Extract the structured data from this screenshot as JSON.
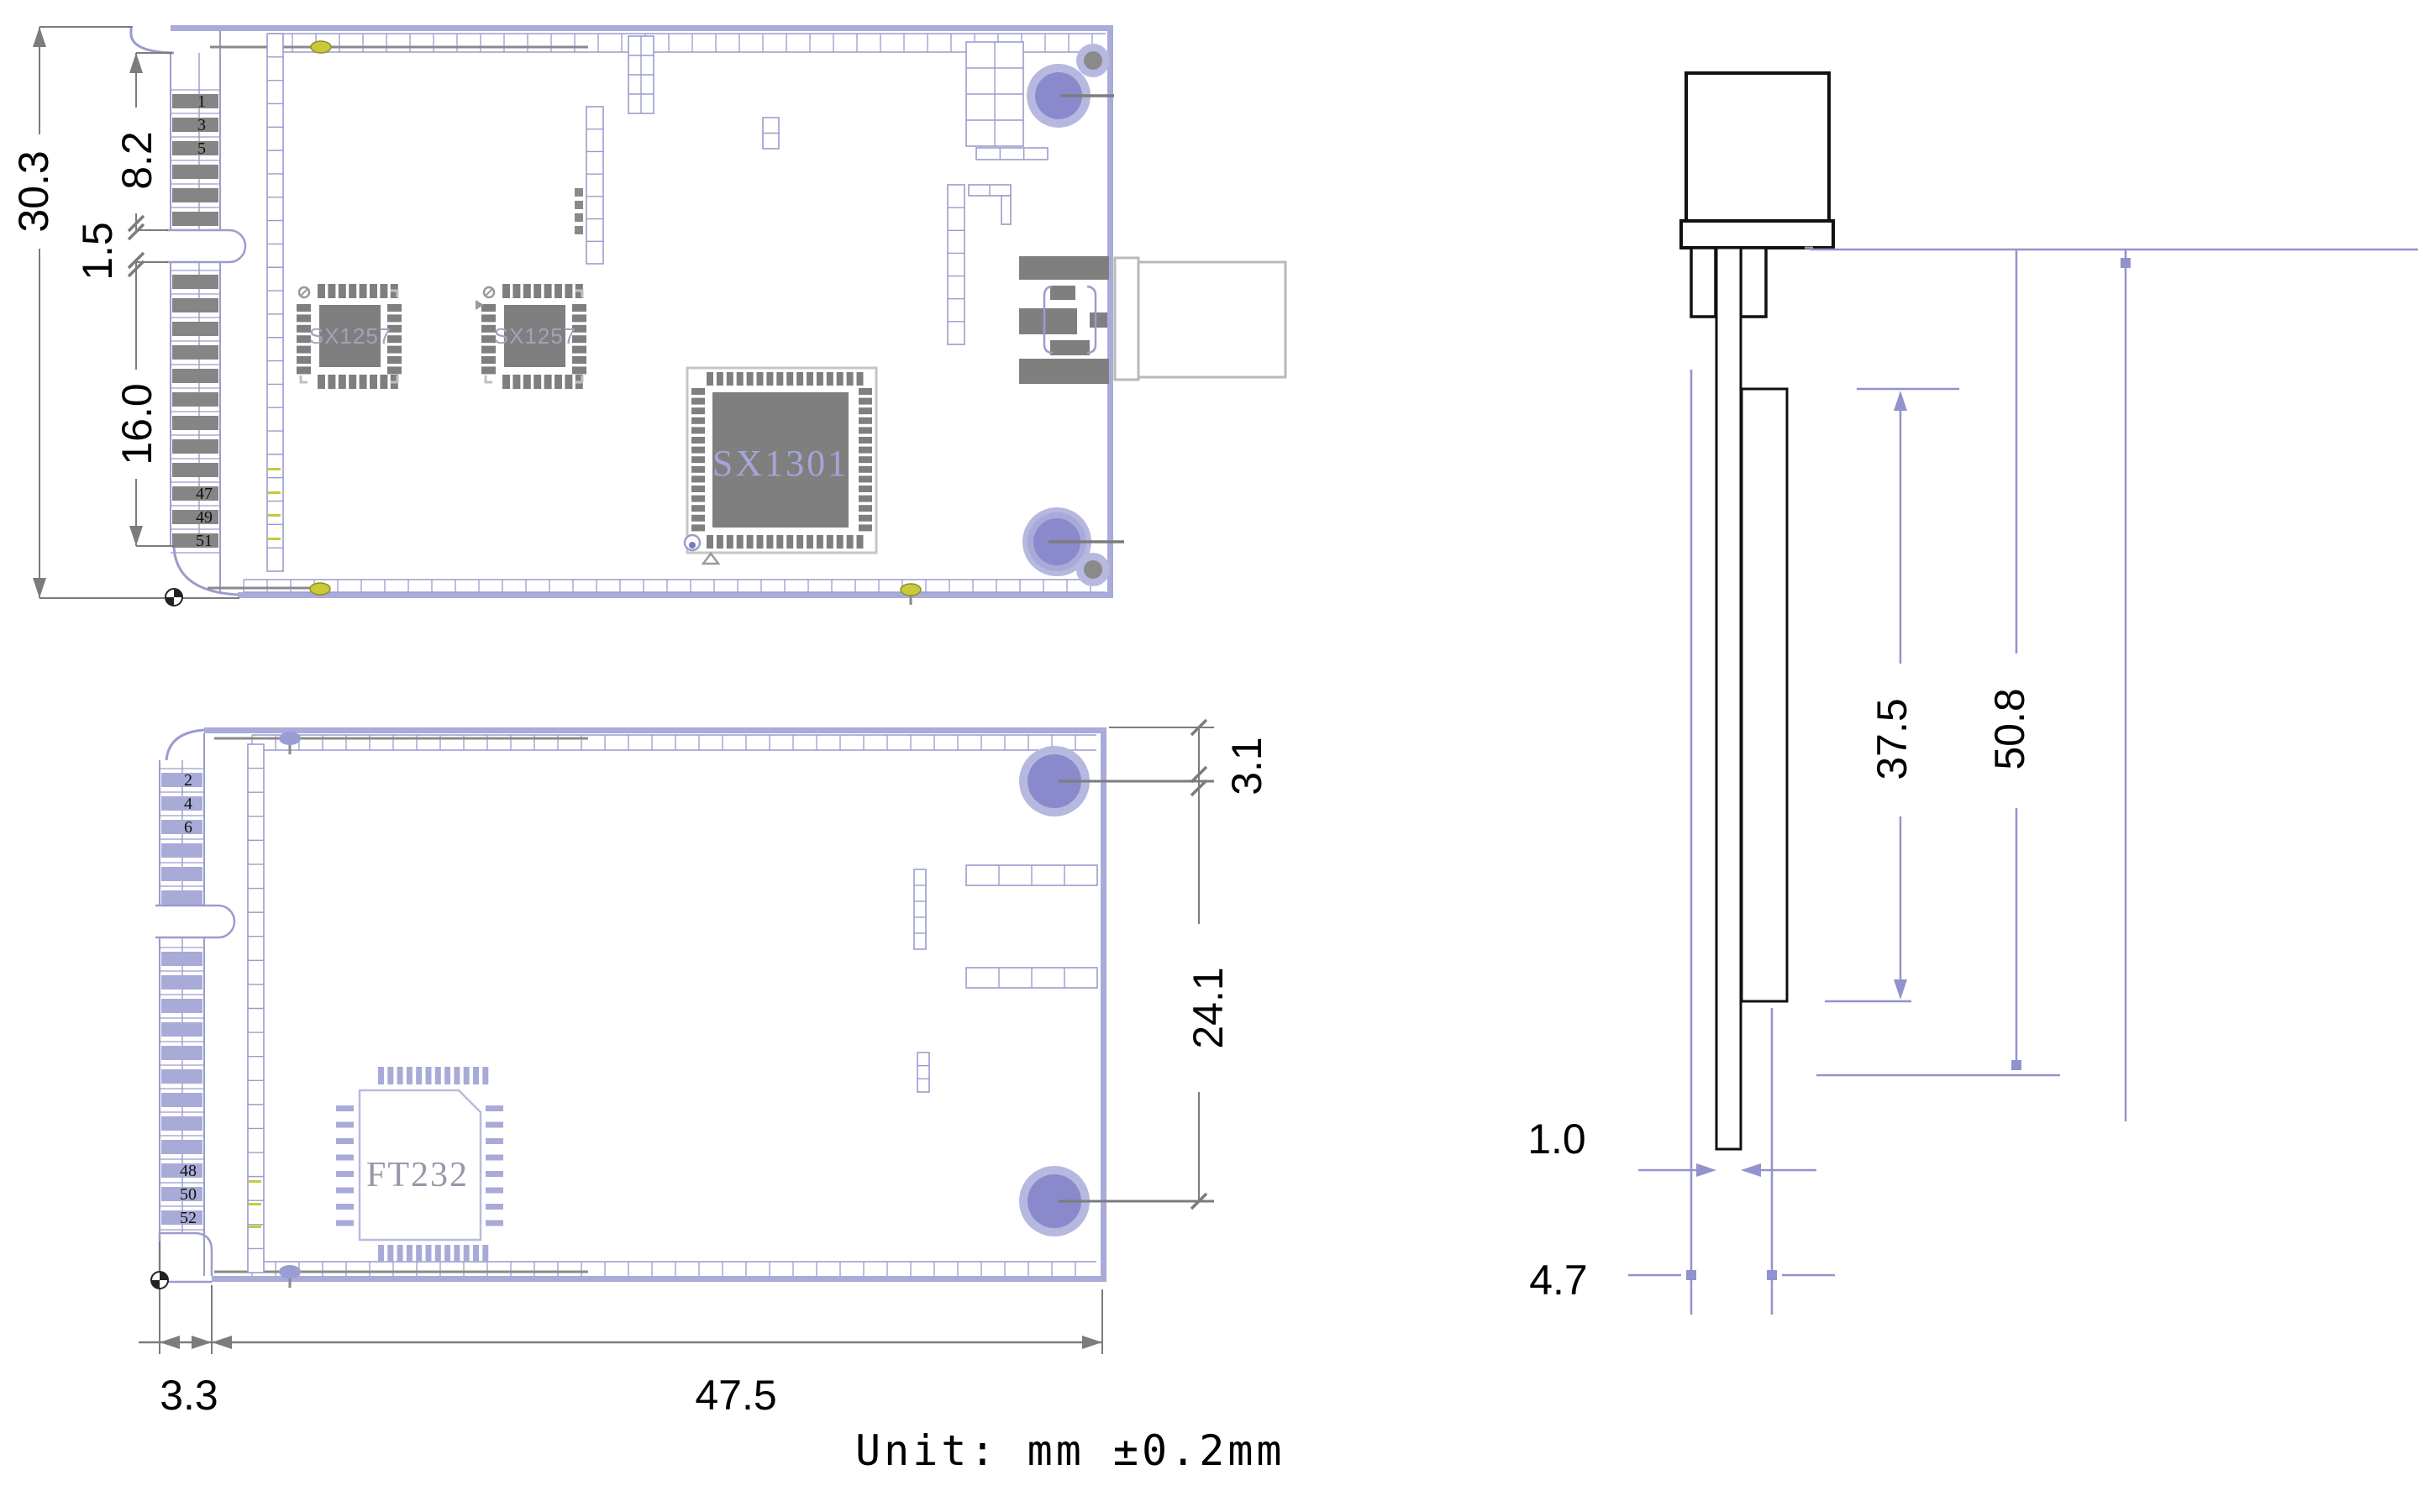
{
  "drawing": {
    "unit_note": "Unit: mm  ±0.2mm",
    "colors": {
      "board_outline": "#a9abd8",
      "detail_line": "#9a9cce",
      "pad_gray": "#858585",
      "pad_lavender": "#a8aad8",
      "hole_inner": "#8a89cc",
      "hole_ring": "#b7b8e0",
      "dim_gray": "#7c7c7c",
      "dim_purple": "#9193ce",
      "led_yellow": "#c9c93a"
    },
    "top_view": {
      "dim_total_height": "30.3",
      "dim_pin_top_group": "8.2",
      "dim_key_gap": "1.5",
      "dim_pin_bottom_group": "16.0",
      "pin_labels_top": [
        "1",
        "3",
        "5"
      ],
      "pin_labels_bottom": [
        "47",
        "49",
        "51"
      ],
      "chip_rf1": "SX1257",
      "chip_rf2": "SX1257",
      "chip_baseband": "SX1301"
    },
    "bottom_view": {
      "dim_connector_offset": "3.3",
      "dim_board_width": "47.5",
      "dim_hole_top_offset": "3.1",
      "dim_hole_pitch": "24.1",
      "pin_labels_top": [
        "2",
        "4",
        "6"
      ],
      "pin_labels_bottom": [
        "48",
        "50",
        "52"
      ],
      "chip_usb": "FT232"
    },
    "side_view": {
      "dim_body_height": "37.5",
      "dim_total_height": "50.8",
      "dim_pcb_thickness": "1.0",
      "dim_assembly_thickness": "4.7"
    }
  }
}
